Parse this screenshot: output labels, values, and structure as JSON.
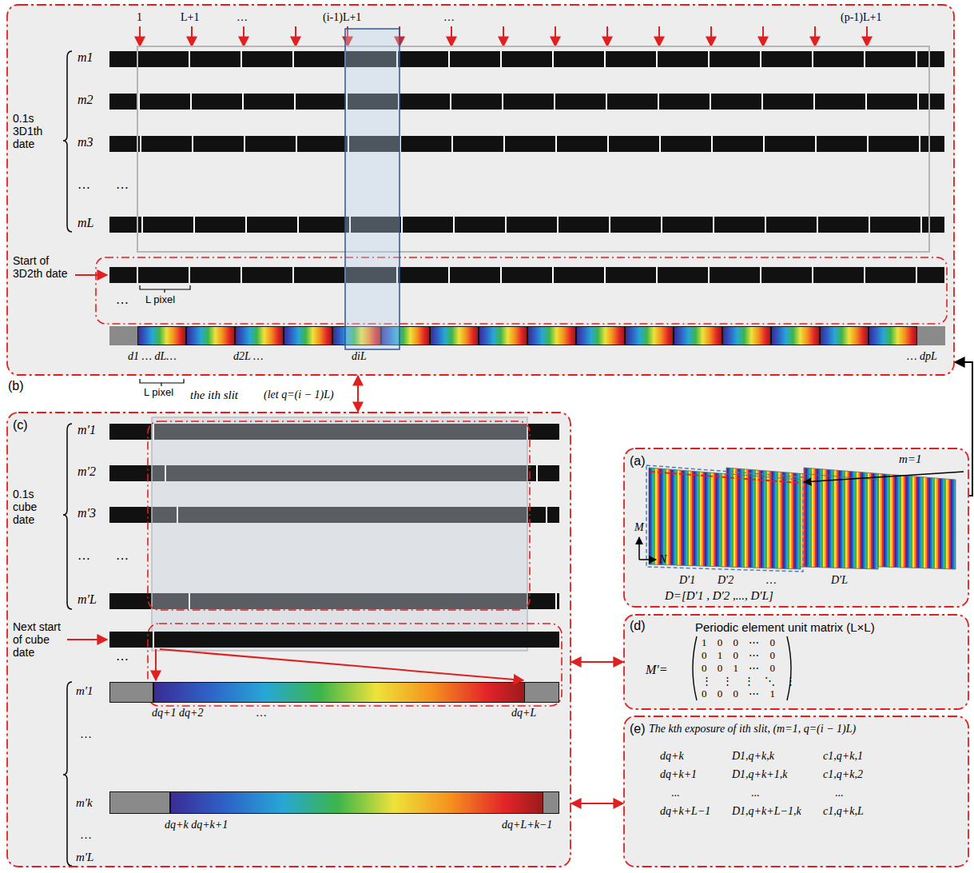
{
  "diagram": {
    "nodes": [
      {
        "text": [
          "(b)"
        ]
      },
      {
        "text": [
          "(c)"
        ]
      },
      {
        "text": [
          "(a)"
        ]
      },
      {
        "text": [
          "(d)",
          "Periodic element unit matrix (L×L)"
        ]
      },
      {
        "text": [
          "(e)",
          "The kth exposure of ith slit, (m=1, q=(i − 1)L)"
        ]
      }
    ],
    "edges": [
      {
        "from": 0,
        "to": 1,
        "arrow": "both"
      },
      {
        "from": 1,
        "to": 3,
        "arrow": "both"
      },
      {
        "from": 1,
        "to": 4,
        "arrow": "both"
      },
      {
        "from": 2,
        "to": 0,
        "arrow": "to"
      }
    ],
    "labels": [
      "1",
      "L+1",
      "…",
      "(i-1)L+1",
      "…",
      "(p-1)L+1",
      "m1",
      "m2",
      "m3",
      "…",
      "mL",
      "…",
      "0.1s 3D1th date",
      "Start of 3D2th date",
      "…",
      "L pixel",
      "d1 … dL…",
      "d2L …",
      "diL",
      "… dpL",
      "L pixel",
      "the ith slit",
      "(let q=(i − 1)L)",
      "m′1",
      "m′2",
      "m′3",
      "…",
      "m′L",
      "…",
      "0.1s cube date",
      "Next start of cube date",
      "…",
      "m′1",
      "…",
      "m′k",
      "…",
      "m′L",
      "dq+1 dq+2",
      "…",
      "dq+L",
      "dq+k dq+k+1",
      "dq+L+k−1",
      "m=1",
      "M",
      "N",
      "D′1",
      "D′2",
      "…",
      "D′L",
      "D=[D′1 , D′2 ,..., D′L]",
      "M′=",
      "1 0 0 ⋯ 0",
      "0 1 0 ⋯ 0",
      "0 0 1 ⋯ 0",
      "⋮ ⋮ ⋮ ⋱ ⋮",
      "0 0 0 ⋯ 1",
      "dq+k",
      "D1,q+k,k",
      "c1,q+k,1",
      "dq+k+1",
      "D1,q+k+1,k",
      "c1,q+k,2",
      "...",
      "...",
      "...",
      "dq+k+L−1",
      "D1,q+k+L−1,k",
      "c1,q+k,L"
    ]
  }
}
